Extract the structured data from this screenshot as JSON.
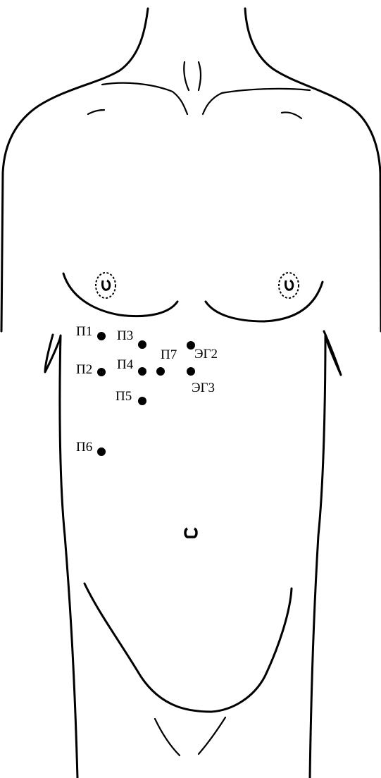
{
  "electrodes": [
    {
      "id": "p1",
      "label": "П1"
    },
    {
      "id": "p2",
      "label": "П2"
    },
    {
      "id": "p3",
      "label": "П3"
    },
    {
      "id": "p4",
      "label": "П4"
    },
    {
      "id": "p5",
      "label": "П5"
    },
    {
      "id": "p6",
      "label": "П6"
    },
    {
      "id": "p7",
      "label": "П7"
    },
    {
      "id": "eg2",
      "label": "ЭГ2"
    },
    {
      "id": "eg3",
      "label": "ЭГ3"
    }
  ],
  "colors": {
    "line": "#000000",
    "background": "#ffffff"
  },
  "icons": [
    "torso-outline-icon",
    "nipple-icon",
    "navel-icon",
    "electrode-dot-icon"
  ]
}
